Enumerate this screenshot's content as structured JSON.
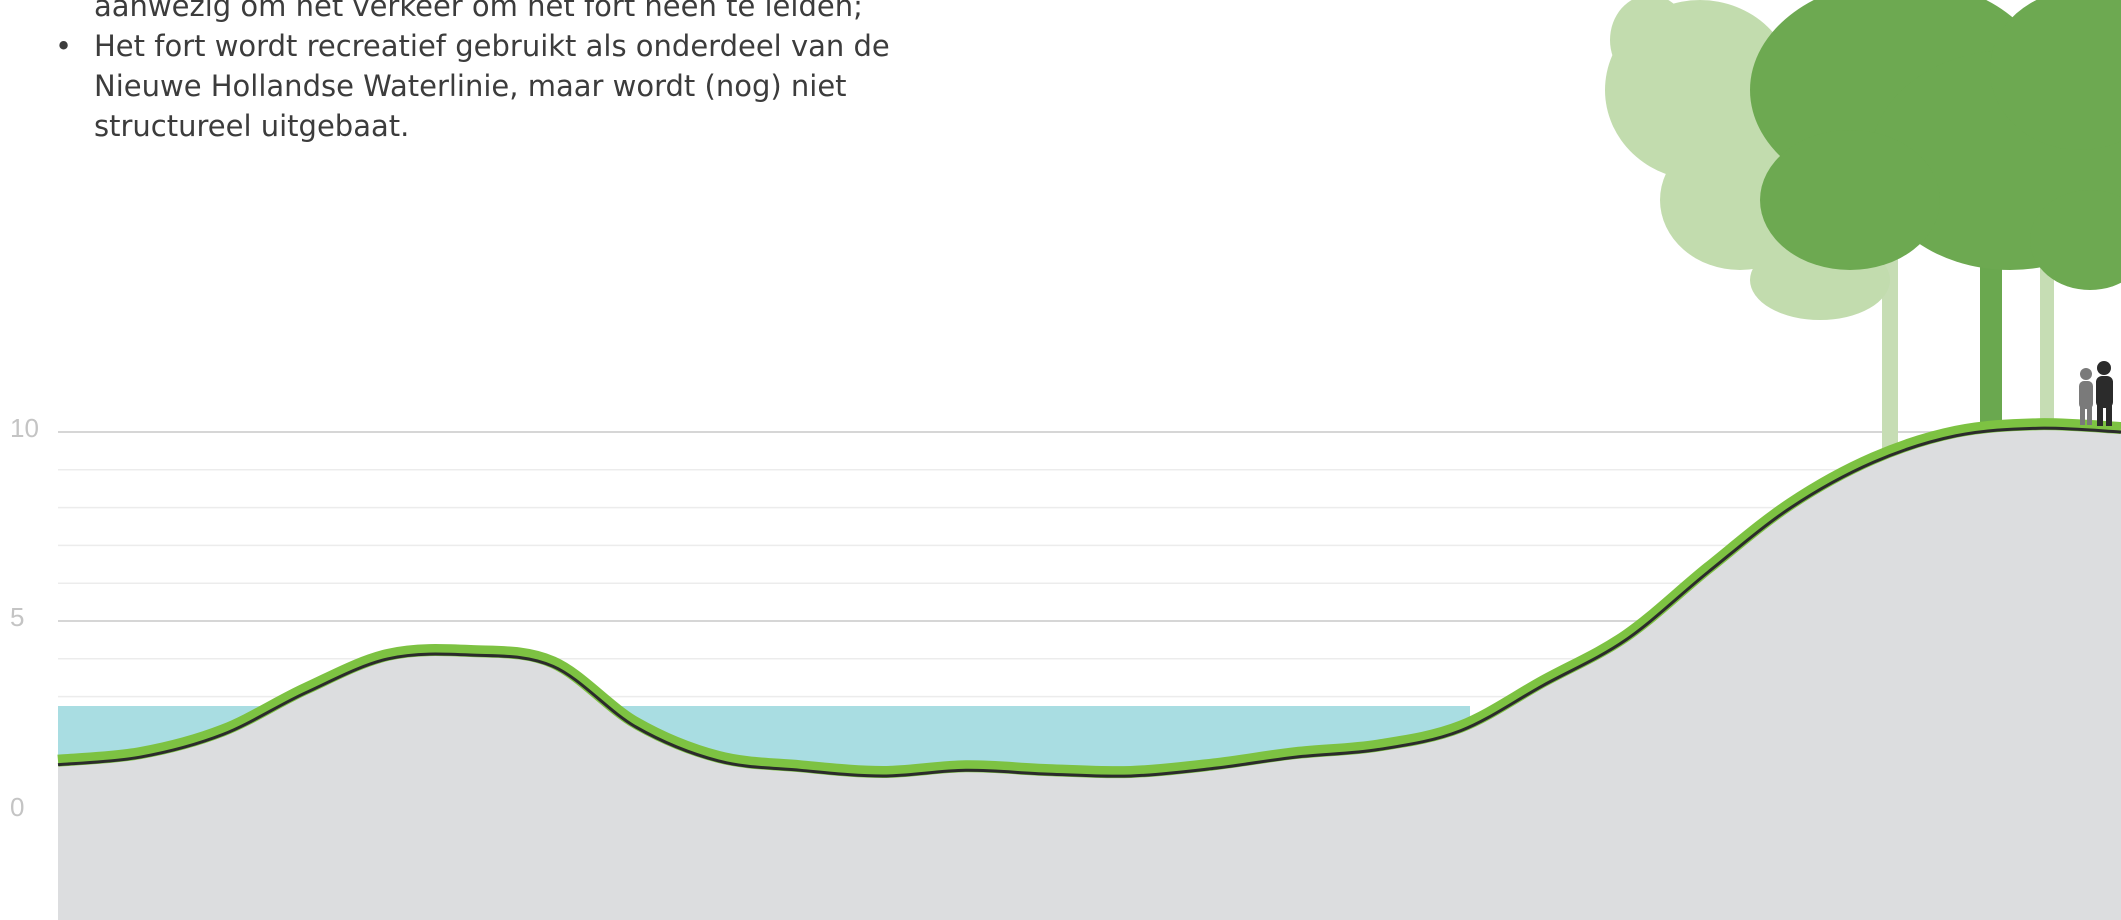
{
  "bullets": [
    {
      "text": "aanwezig om het verkeer om het fort heen te leiden;"
    },
    {
      "text": "Het fort wordt recreatief gebruikt als onderdeel van de Nieuwe Hollandse Waterlinie, maar wordt (nog) niet structureel uitgebaat."
    }
  ],
  "axis": {
    "tick_labels": [
      "10",
      "5",
      "0"
    ],
    "ticks": [
      10,
      5,
      0
    ]
  },
  "colors": {
    "ground": "#dcdddf",
    "water": "#a9dde2",
    "grass": "#7dc242",
    "outline": "#2b2b2b",
    "gridline": "#e1e1e1",
    "tree_dark": "#6aa84f",
    "tree_light": "#b9d7a3",
    "figures": "#333333"
  },
  "profile": {
    "water_level": 2.75,
    "surface_heights": [
      1.2,
      1.4,
      2.0,
      3.1,
      4.0,
      4.1,
      3.8,
      2.2,
      1.3,
      1.05,
      0.9,
      1.05,
      0.95,
      0.9,
      1.1,
      1.4,
      1.6,
      2.1,
      3.3,
      4.5,
      6.3,
      8.0,
      9.2,
      9.9,
      10.1,
      10.0
    ]
  }
}
